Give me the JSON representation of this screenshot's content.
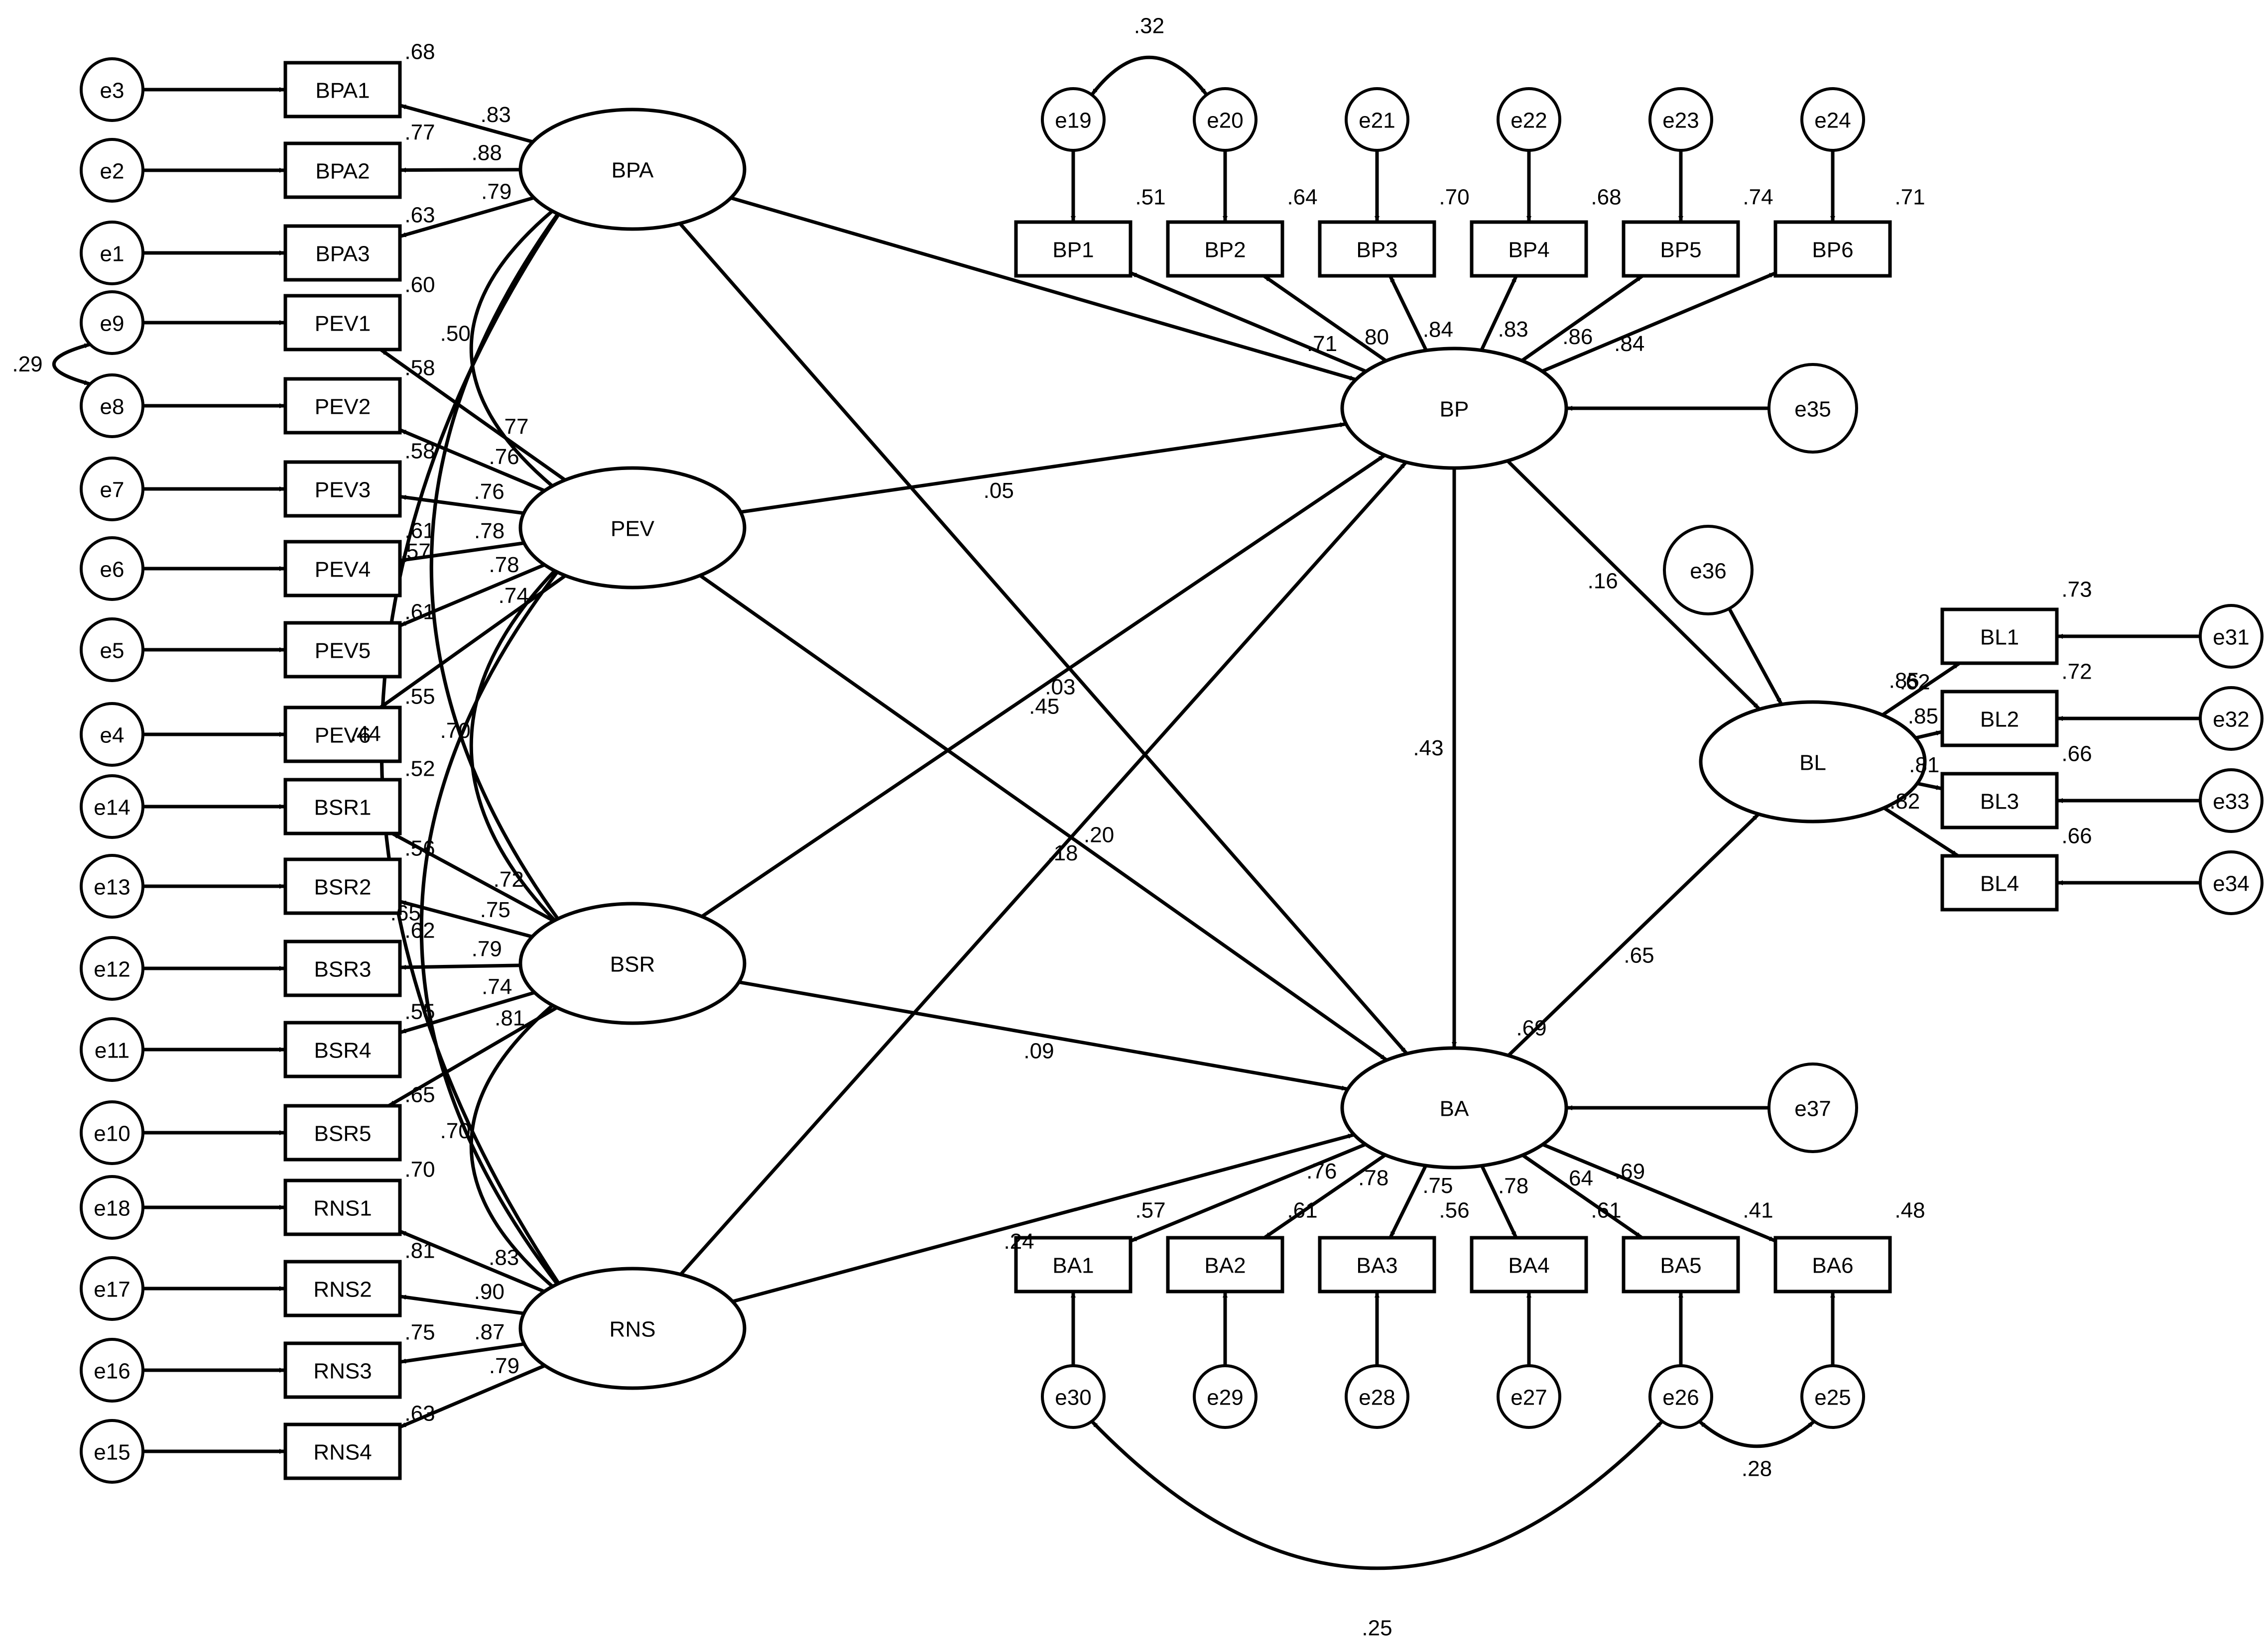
{
  "colors": {
    "stroke": "#000000",
    "background": "#ffffff"
  },
  "latents": [
    {
      "id": "BPA",
      "label": "BPA"
    },
    {
      "id": "PEV",
      "label": "PEV"
    },
    {
      "id": "BSR",
      "label": "BSR"
    },
    {
      "id": "RNS",
      "label": "RNS"
    },
    {
      "id": "BP",
      "label": "BP"
    },
    {
      "id": "BA",
      "label": "BA"
    },
    {
      "id": "BL",
      "label": "BL"
    }
  ],
  "indicators": [
    {
      "id": "BPA1",
      "label": "BPA1",
      "latent": "BPA",
      "error": "e3",
      "loading": ".83",
      "r2": ".68"
    },
    {
      "id": "BPA2",
      "label": "BPA2",
      "latent": "BPA",
      "error": "e2",
      "loading": ".88",
      "r2": ".77"
    },
    {
      "id": "BPA3",
      "label": "BPA3",
      "latent": "BPA",
      "error": "e1",
      "loading": ".79",
      "r2": ".63"
    },
    {
      "id": "PEV1",
      "label": "PEV1",
      "latent": "PEV",
      "error": "e9",
      "loading": ".77",
      "r2": ".60"
    },
    {
      "id": "PEV2",
      "label": "PEV2",
      "latent": "PEV",
      "error": "e8",
      "loading": ".76",
      "r2": ".58"
    },
    {
      "id": "PEV3",
      "label": "PEV3",
      "latent": "PEV",
      "error": "e7",
      "loading": ".76",
      "r2": ".58"
    },
    {
      "id": "PEV4",
      "label": "PEV4",
      "latent": "PEV",
      "error": "e6",
      "loading": ".78",
      "r2": ".61"
    },
    {
      "id": "PEV5",
      "label": "PEV5",
      "latent": "PEV",
      "error": "e5",
      "loading": ".78",
      "r2": ".61"
    },
    {
      "id": "PEV6",
      "label": "PEV6",
      "latent": "PEV",
      "error": "e4",
      "loading": ".74",
      "r2": ".55"
    },
    {
      "id": "BSR1",
      "label": "BSR1",
      "latent": "BSR",
      "error": "e14",
      "loading": ".72",
      "r2": ".52"
    },
    {
      "id": "BSR2",
      "label": "BSR2",
      "latent": "BSR",
      "error": "e13",
      "loading": ".75",
      "r2": ".56"
    },
    {
      "id": "BSR3",
      "label": "BSR3",
      "latent": "BSR",
      "error": "e12",
      "loading": ".79",
      "r2": ".62"
    },
    {
      "id": "BSR4",
      "label": "BSR4",
      "latent": "BSR",
      "error": "e11",
      "loading": ".74",
      "r2": ".55"
    },
    {
      "id": "BSR5",
      "label": "BSR5",
      "latent": "BSR",
      "error": "e10",
      "loading": ".81",
      "r2": ".65"
    },
    {
      "id": "RNS1",
      "label": "RNS1",
      "latent": "RNS",
      "error": "e18",
      "loading": ".83",
      "r2": ".70"
    },
    {
      "id": "RNS2",
      "label": "RNS2",
      "latent": "RNS",
      "error": "e17",
      "loading": ".90",
      "r2": ".81"
    },
    {
      "id": "RNS3",
      "label": "RNS3",
      "latent": "RNS",
      "error": "e16",
      "loading": ".87",
      "r2": ".75"
    },
    {
      "id": "RNS4",
      "label": "RNS4",
      "latent": "RNS",
      "error": "e15",
      "loading": ".79",
      "r2": ".63"
    },
    {
      "id": "BP1",
      "label": "BP1",
      "latent": "BP",
      "error": "e19",
      "loading": ".71",
      "r2": ".51"
    },
    {
      "id": "BP2",
      "label": "BP2",
      "latent": "BP",
      "error": "e20",
      "loading": ".80",
      "r2": ".64"
    },
    {
      "id": "BP3",
      "label": "BP3",
      "latent": "BP",
      "error": "e21",
      "loading": ".84",
      "r2": ".70"
    },
    {
      "id": "BP4",
      "label": "BP4",
      "latent": "BP",
      "error": "e22",
      "loading": ".83",
      "r2": ".68"
    },
    {
      "id": "BP5",
      "label": "BP5",
      "latent": "BP",
      "error": "e23",
      "loading": ".86",
      "r2": ".74"
    },
    {
      "id": "BP6",
      "label": "BP6",
      "latent": "BP",
      "error": "e24",
      "loading": ".84",
      "r2": ".71"
    },
    {
      "id": "BA1",
      "label": "BA1",
      "latent": "BA",
      "error": "e30",
      "loading": ".76",
      "r2": ".57"
    },
    {
      "id": "BA2",
      "label": "BA2",
      "latent": "BA",
      "error": "e29",
      "loading": ".78",
      "r2": ".61"
    },
    {
      "id": "BA3",
      "label": "BA3",
      "latent": "BA",
      "error": "e28",
      "loading": ".75",
      "r2": ".56"
    },
    {
      "id": "BA4",
      "label": "BA4",
      "latent": "BA",
      "error": "e27",
      "loading": ".78",
      "r2": ".61"
    },
    {
      "id": "BA5",
      "label": "BA5",
      "latent": "BA",
      "error": "e26",
      "loading": ".64",
      "r2": ".41"
    },
    {
      "id": "BA6",
      "label": "BA6",
      "latent": "BA",
      "error": "e25",
      "loading": ".69",
      "r2": ".48"
    },
    {
      "id": "BL1",
      "label": "BL1",
      "latent": "BL",
      "error": "e31",
      "loading": ".85",
      "r2": ".73"
    },
    {
      "id": "BL2",
      "label": "BL2",
      "latent": "BL",
      "error": "e32",
      "loading": ".85",
      "r2": ".72"
    },
    {
      "id": "BL3",
      "label": "BL3",
      "latent": "BL",
      "error": "e33",
      "loading": ".81",
      "r2": ".66"
    },
    {
      "id": "BL4",
      "label": "BL4",
      "latent": "BL",
      "error": "e34",
      "loading": ".82",
      "r2": ".66"
    }
  ],
  "disturbances": [
    {
      "id": "e35",
      "label": "e35",
      "latent": "BP"
    },
    {
      "id": "e36",
      "label": "e36",
      "latent": "BL"
    },
    {
      "id": "e37",
      "label": "e37",
      "latent": "BA"
    }
  ],
  "r2_latents": [
    {
      "latent": "BL",
      "value": ".62"
    },
    {
      "latent": "BA",
      "value": ".69"
    }
  ],
  "paths": [
    {
      "from": "BPA",
      "to": "BP",
      "label": ""
    },
    {
      "from": "PEV",
      "to": "BP",
      "label": ".05"
    },
    {
      "from": "BSR",
      "to": "BP",
      "label": ".45"
    },
    {
      "from": "RNS",
      "to": "BP",
      "label": ".20"
    },
    {
      "from": "BPA",
      "to": "BA",
      "label": ".03"
    },
    {
      "from": "PEV",
      "to": "BA",
      "label": ".18"
    },
    {
      "from": "BSR",
      "to": "BA",
      "label": ".09"
    },
    {
      "from": "RNS",
      "to": "BA",
      "label": ".24"
    },
    {
      "from": "BP",
      "to": "BA",
      "label": ".43"
    },
    {
      "from": "BP",
      "to": "BL",
      "label": ".16"
    },
    {
      "from": "BA",
      "to": "BL",
      "label": ".65"
    }
  ],
  "error_covariances": [
    {
      "a": "e9",
      "b": "e8",
      "label": ".29"
    },
    {
      "a": "e19",
      "b": "e20",
      "label": ".32"
    },
    {
      "a": "e26",
      "b": "e25",
      "label": ".28"
    },
    {
      "a": "e30",
      "b": "e26",
      "label": ".25"
    }
  ],
  "latent_covariances": [
    {
      "a": "BPA",
      "b": "PEV",
      "label": ".50"
    },
    {
      "a": "BPA",
      "b": "BSR",
      "label": ".57"
    },
    {
      "a": "BPA",
      "b": "RNS",
      "label": ".44"
    },
    {
      "a": "PEV",
      "b": "BSR",
      "label": ".70"
    },
    {
      "a": "PEV",
      "b": "RNS",
      "label": ".65"
    },
    {
      "a": "BSR",
      "b": "RNS",
      "label": ".70"
    }
  ]
}
